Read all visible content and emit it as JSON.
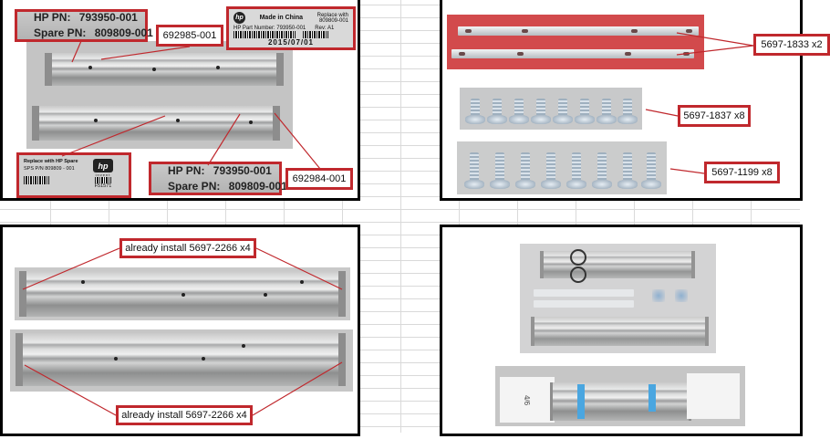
{
  "sheet": {
    "background": "#ffffff",
    "gridline_color": "#d9d9d9",
    "panel_border_color": "#000000",
    "callout_border_color": "#c0282d"
  },
  "panels": {
    "top_left": {
      "label_tl": {
        "line1": "HP PN:",
        "val1": "793950-001",
        "line2": "Spare PN:",
        "val2": "809809-001"
      },
      "callout_a": "692985-001",
      "sticker_top": {
        "logo": "hp",
        "made_in": "Made in China",
        "replace": "Replace with",
        "replace_pn": "809809-001",
        "part_number": "HP Part Number: 793950-001",
        "rev": "Rev: A1",
        "date": "2015/07/01"
      },
      "sticker_bottom": {
        "replace": "Replace with HP Spare",
        "sps": "SPS P/N 809809 - 001",
        "logo": "hp",
        "invent": "invent",
        "code": "F51571"
      },
      "label_br": {
        "line1": "HP PN:",
        "val1": "793950-001",
        "line2": "Spare PN:",
        "val2": "809809-001"
      },
      "callout_b": "692984-001"
    },
    "top_right": {
      "callout_strips": "5697-1833 x2",
      "callout_screws_short": "5697-1837 x8",
      "callout_screws_long": "5697-1199 x8"
    },
    "bottom_left": {
      "callout_top": "already install 5697-2266 x4",
      "callout_bottom": "already install 5697-2266 x4"
    },
    "bottom_right": {
      "box_marking": "4/6"
    }
  }
}
